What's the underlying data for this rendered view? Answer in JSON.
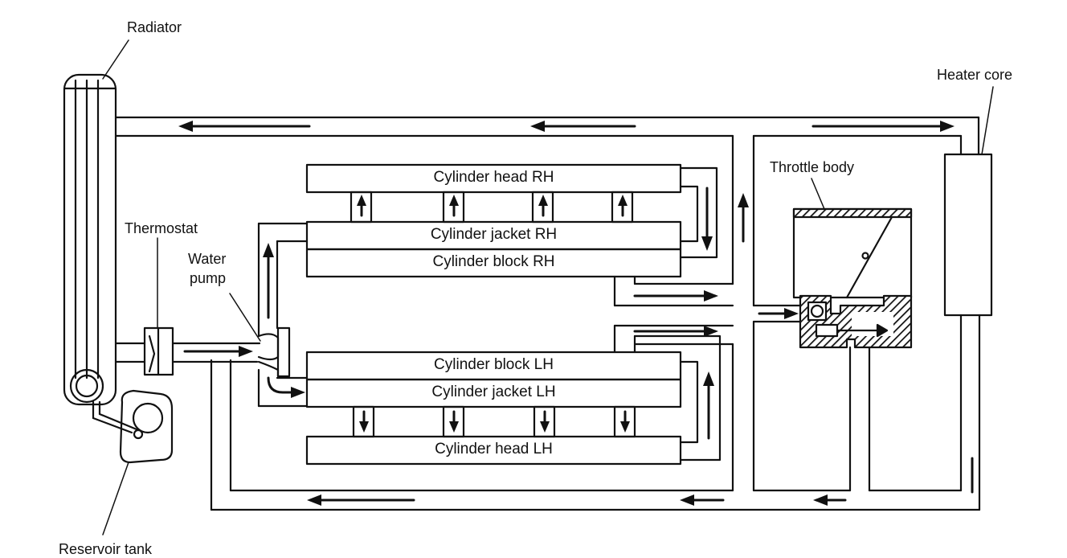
{
  "labels": {
    "radiator": "Radiator",
    "heater_core": "Heater core",
    "throttle_body": "Throttle body",
    "thermostat": "Thermostat",
    "water_pump_line1": "Water",
    "water_pump_line2": "pump",
    "reservoir_tank": "Reservoir tank"
  },
  "blocks": {
    "cylinder_head_rh": "Cylinder head RH",
    "cylinder_jacket_rh": "Cylinder jacket RH",
    "cylinder_block_rh": "Cylinder block RH",
    "cylinder_block_lh": "Cylinder block LH",
    "cylinder_jacket_lh": "Cylinder jacket LH",
    "cylinder_head_lh": "Cylinder head LH"
  }
}
